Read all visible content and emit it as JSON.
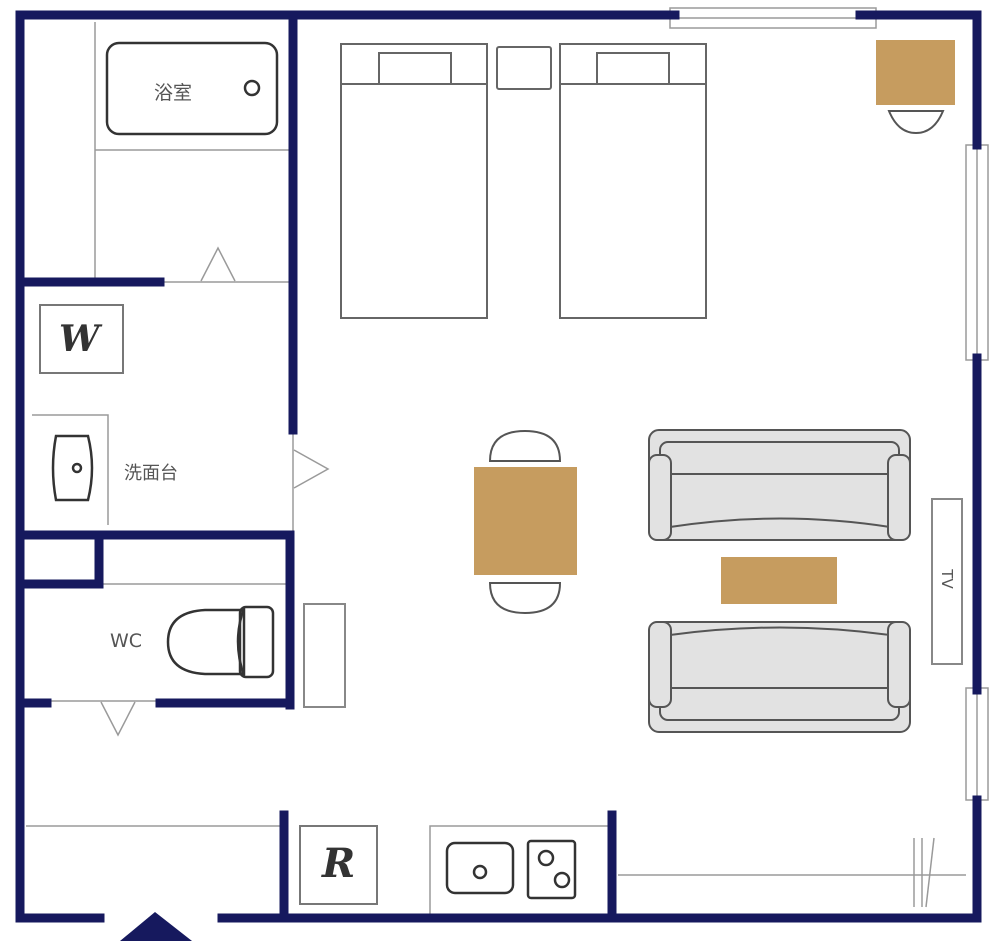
{
  "floorplan": {
    "colors": {
      "wall": "#16195e",
      "furniture_wood": "#c69c5f",
      "sofa_fill": "#e2e2e2",
      "line": "#444444",
      "thin_line": "#999999"
    },
    "rooms": {
      "bathroom": {
        "label": "浴室"
      },
      "washroom": {
        "label": "洗面台"
      },
      "toilet": {
        "label": "WC"
      }
    },
    "fixtures": {
      "washing_machine": {
        "label": "W"
      },
      "refrigerator": {
        "label": "R"
      },
      "tv": {
        "label": "TV"
      }
    },
    "furniture": {
      "beds": 2,
      "nightstand": 1,
      "desk": 1,
      "dining_table": 1,
      "dining_chairs": 2,
      "sofas": 2,
      "coffee_table": 1,
      "kitchen": {
        "sink": 1,
        "burners": 2
      }
    },
    "entrance": {
      "marker": "entrance-arrow"
    }
  }
}
